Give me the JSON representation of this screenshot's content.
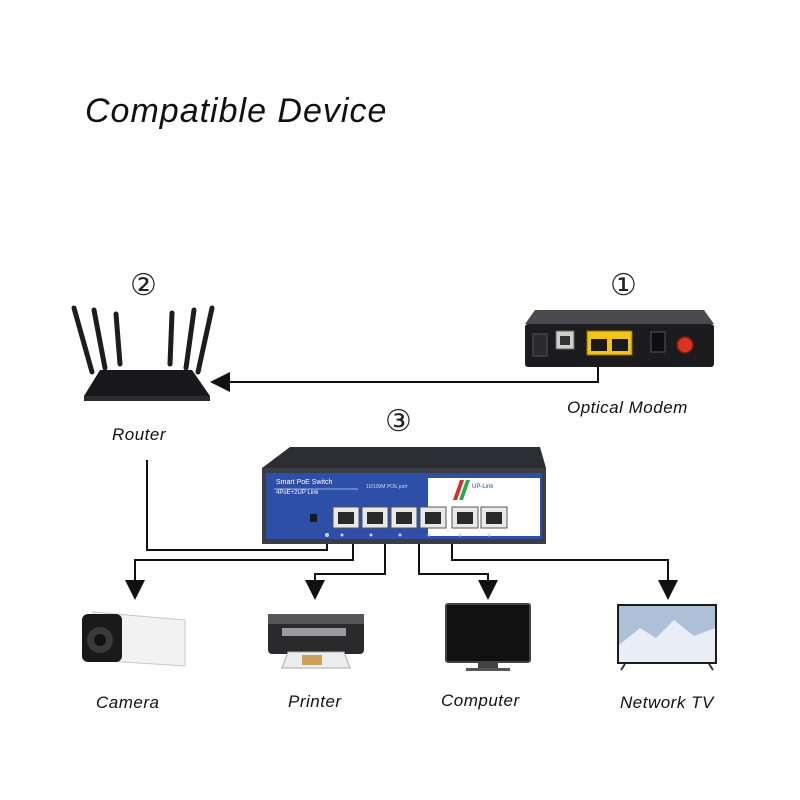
{
  "title": "Compatible Device",
  "markers": {
    "modem": "①",
    "router": "②",
    "switch": "③"
  },
  "devices": {
    "modem": "Optical Modem",
    "router": "Router",
    "camera": "Camera",
    "printer": "Printer",
    "computer": "Computer",
    "tv": "Network TV"
  },
  "switch": {
    "brand_line1": "Smart PoE Switch",
    "brand_line2": "4PoE+2UP Link",
    "poe_label": "10/100M POE port",
    "uplink_label": "UP-Link"
  },
  "colors": {
    "switch_blue": "#2e4fa8",
    "switch_body": "#3a3d44",
    "modem_port": "#f2c21b",
    "modem_button": "#d8341f"
  }
}
